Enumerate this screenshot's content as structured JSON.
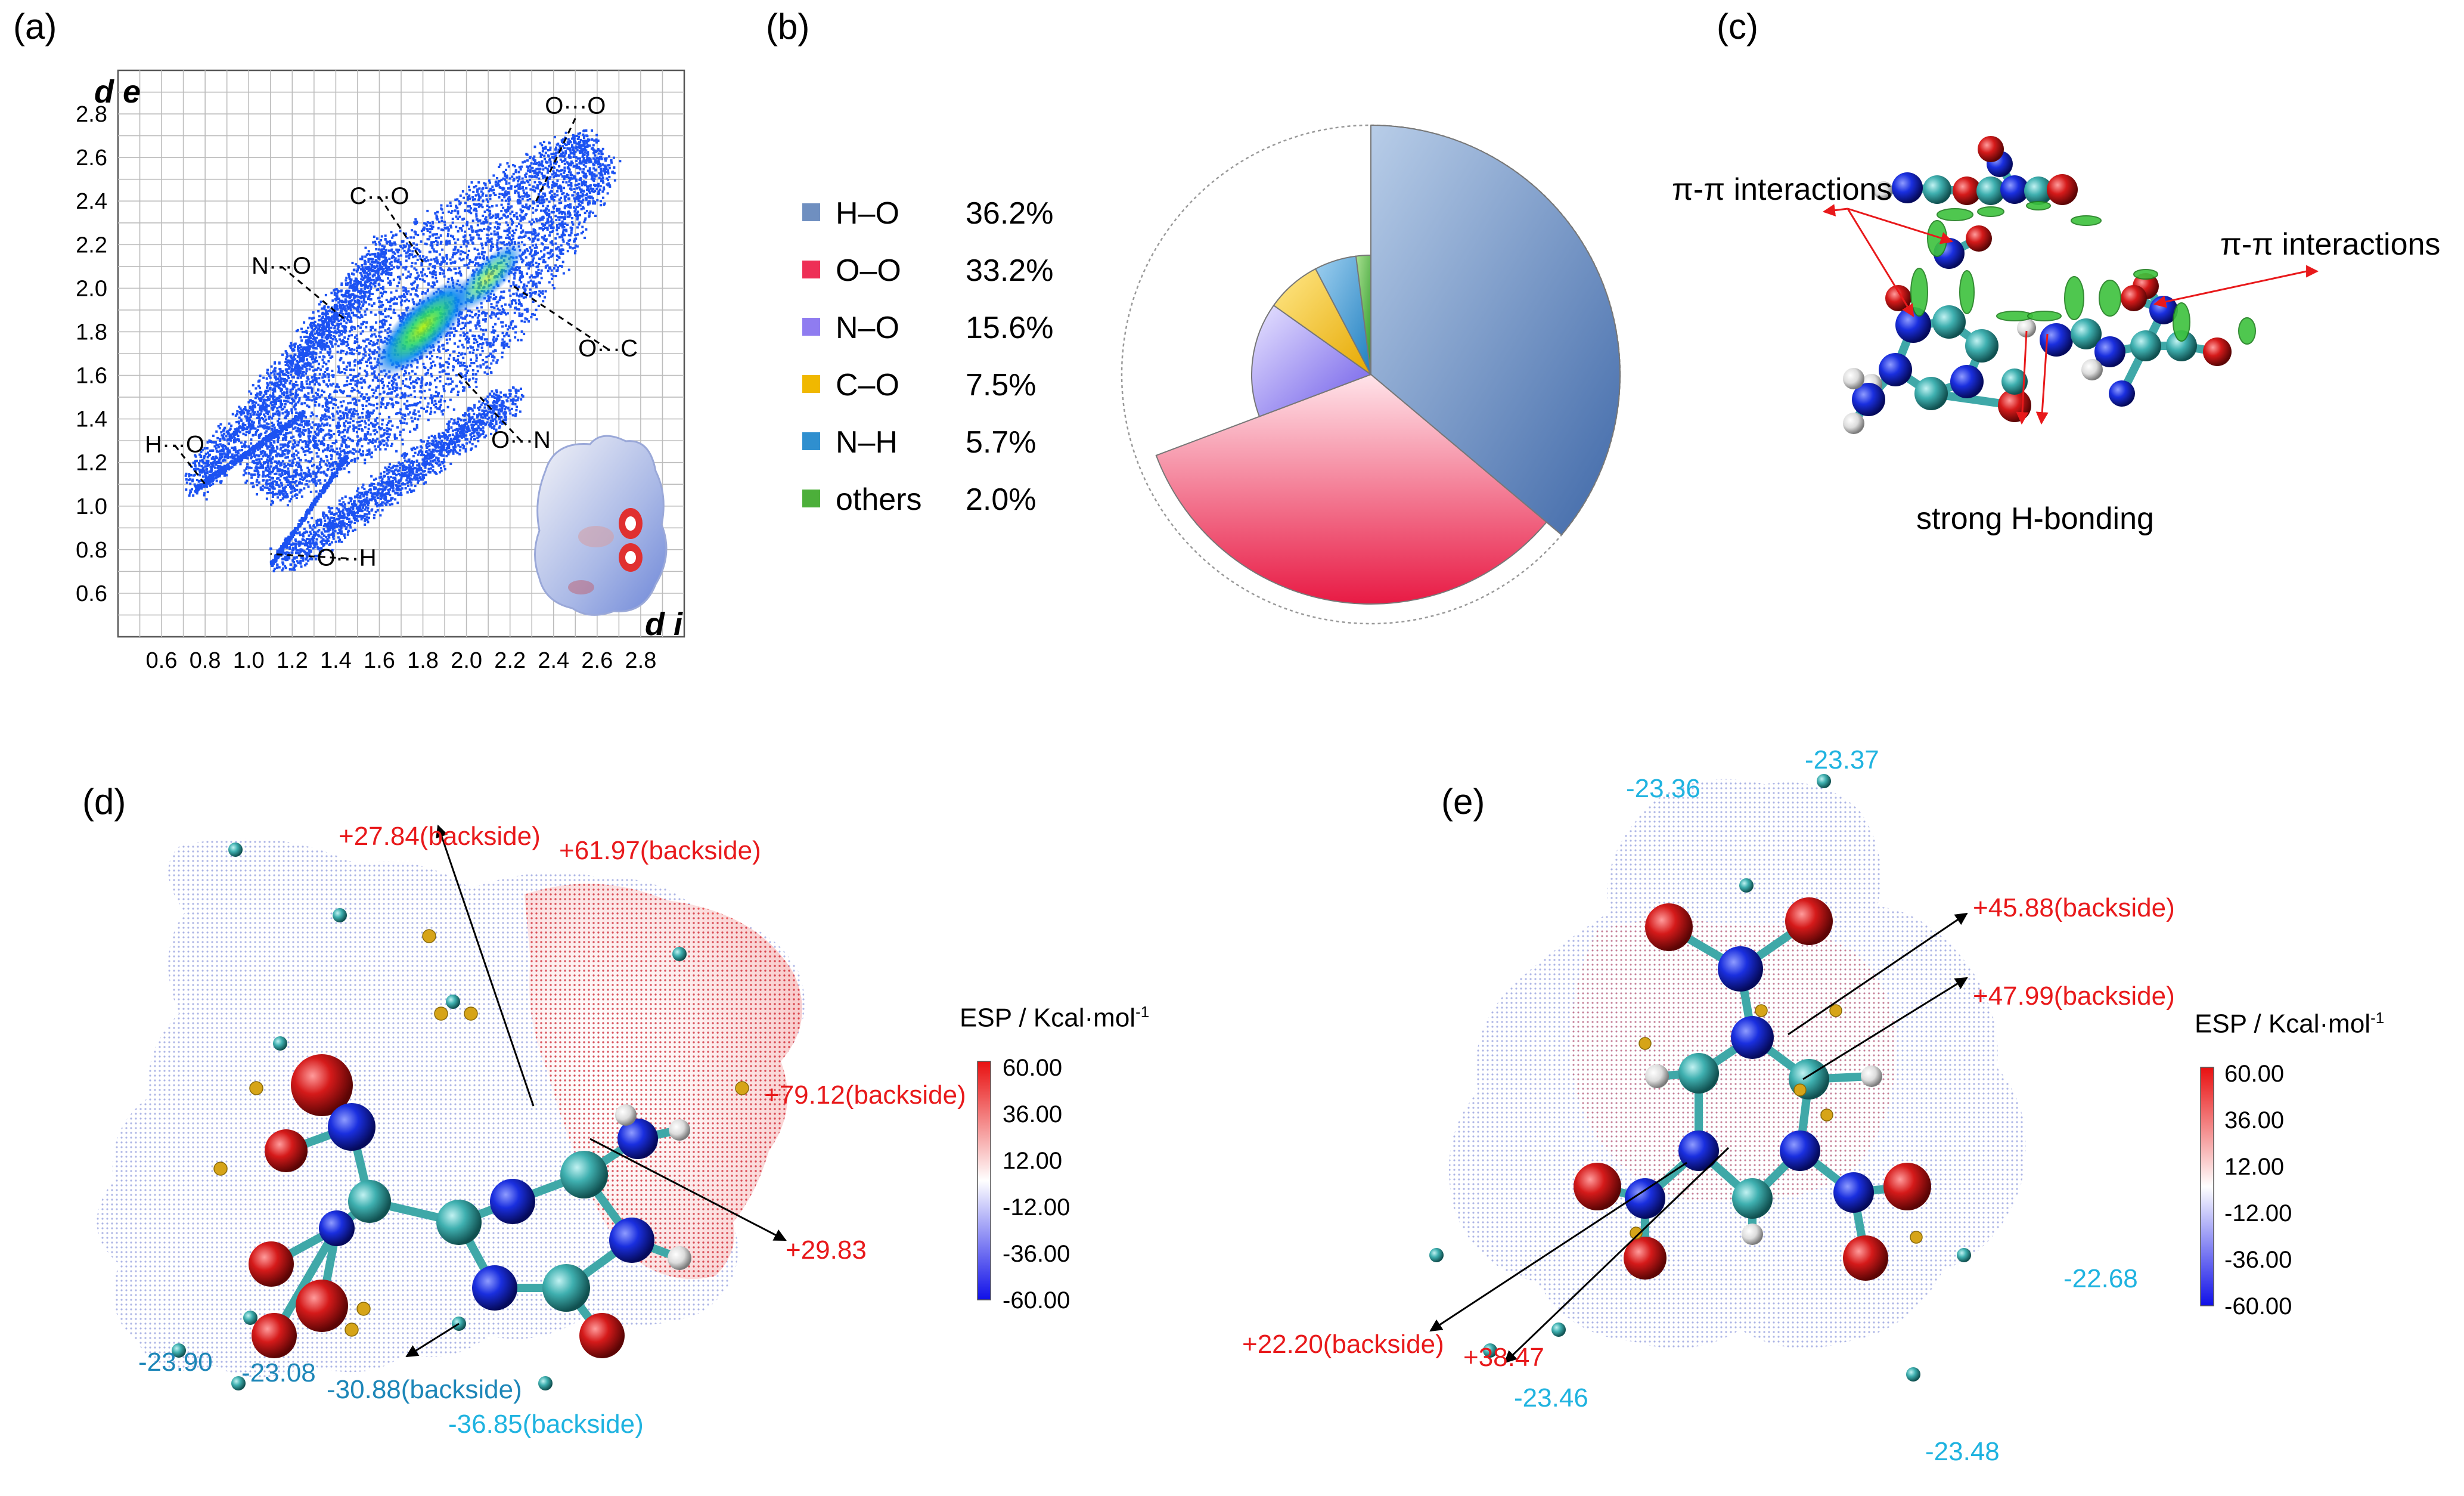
{
  "panel_labels": [
    "(a)",
    "(b)",
    "(c)",
    "(d)",
    "(e)"
  ],
  "chart_data": [
    {
      "type": "scatter",
      "panel": "a",
      "xlabel": "d i",
      "ylabel": "d e",
      "xlim": [
        0.4,
        3.0
      ],
      "ylim": [
        0.4,
        3.0
      ],
      "grid": true,
      "x_ticks": [
        "0.6",
        "0.8",
        "1.0",
        "1.2",
        "1.4",
        "1.6",
        "1.8",
        "2.0",
        "2.2",
        "2.4",
        "2.6",
        "2.8"
      ],
      "y_ticks": [
        "0.6",
        "0.8",
        "1.0",
        "1.2",
        "1.4",
        "1.6",
        "1.8",
        "2.0",
        "2.2",
        "2.4",
        "2.6",
        "2.8"
      ],
      "annotations": [
        {
          "text": "O···O",
          "x": 2.5,
          "y": 2.78
        },
        {
          "text": "C···O",
          "x": 1.6,
          "y": 2.42
        },
        {
          "text": "N···O",
          "x": 1.15,
          "y": 2.1
        },
        {
          "text": "O···C",
          "x": 2.65,
          "y": 1.72
        },
        {
          "text": "H···O",
          "x": 0.66,
          "y": 1.28
        },
        {
          "text": "O···N",
          "x": 2.25,
          "y": 1.3
        },
        {
          "text": "O···H",
          "x": 1.45,
          "y": 0.76
        }
      ]
    },
    {
      "type": "pie",
      "panel": "b",
      "legend_position": "left",
      "series": [
        {
          "name": "H–O",
          "value": 36.2,
          "label": "36.2%",
          "color": "#6f8fc0"
        },
        {
          "name": "O–O",
          "value": 33.2,
          "label": "33.2%",
          "color": "#ee2f56"
        },
        {
          "name": "N–O",
          "value": 15.6,
          "label": "15.6%",
          "color": "#8f7cf0"
        },
        {
          "name": "C–O",
          "value": 7.5,
          "label": "7.5%",
          "color": "#f0b800"
        },
        {
          "name": "N–H",
          "value": 5.7,
          "label": "5.7%",
          "color": "#2f8fcf"
        },
        {
          "name": "others",
          "value": 2.0,
          "label": "2.0%",
          "color": "#4caf3a"
        }
      ]
    }
  ],
  "panel_c": {
    "labels": [
      "π-π interactions",
      "π-π interactions",
      "strong H-bonding"
    ]
  },
  "panel_d": {
    "colorbar_title": "ESP / Kcal·mol",
    "colorbar_sup": "-1",
    "colorbar_ticks": [
      "60.00",
      "36.00",
      "12.00",
      "-12.00",
      "-36.00",
      "-60.00"
    ],
    "positive_labels": [
      "+27.84(backside)",
      "+61.97(backside)",
      "+79.12(backside)",
      "+29.83"
    ],
    "negative_labels": [
      "-23.90",
      "-23.08",
      "-30.88(backside)",
      "-36.85(backside)"
    ]
  },
  "panel_e": {
    "colorbar_title": "ESP / Kcal·mol",
    "colorbar_sup": "-1",
    "colorbar_ticks": [
      "60.00",
      "36.00",
      "12.00",
      "-12.00",
      "-36.00",
      "-60.00"
    ],
    "positive_labels": [
      "+45.88(backside)",
      "+47.99(backside)",
      "+22.20(backside)",
      "+38.47"
    ],
    "negative_labels": [
      "-23.36",
      "-23.37",
      "-22.68",
      "-23.46",
      "-23.48"
    ]
  },
  "colors": {
    "positive_label": "#e8191b",
    "negative_label_d": "#1d86b8",
    "negative_label_e": "#1fb3e0",
    "carbon": "#3fb0b0",
    "nitrogen": "#1a2fcf",
    "oxygen": "#d51a1a",
    "hydrogen": "#e8e8e8"
  }
}
